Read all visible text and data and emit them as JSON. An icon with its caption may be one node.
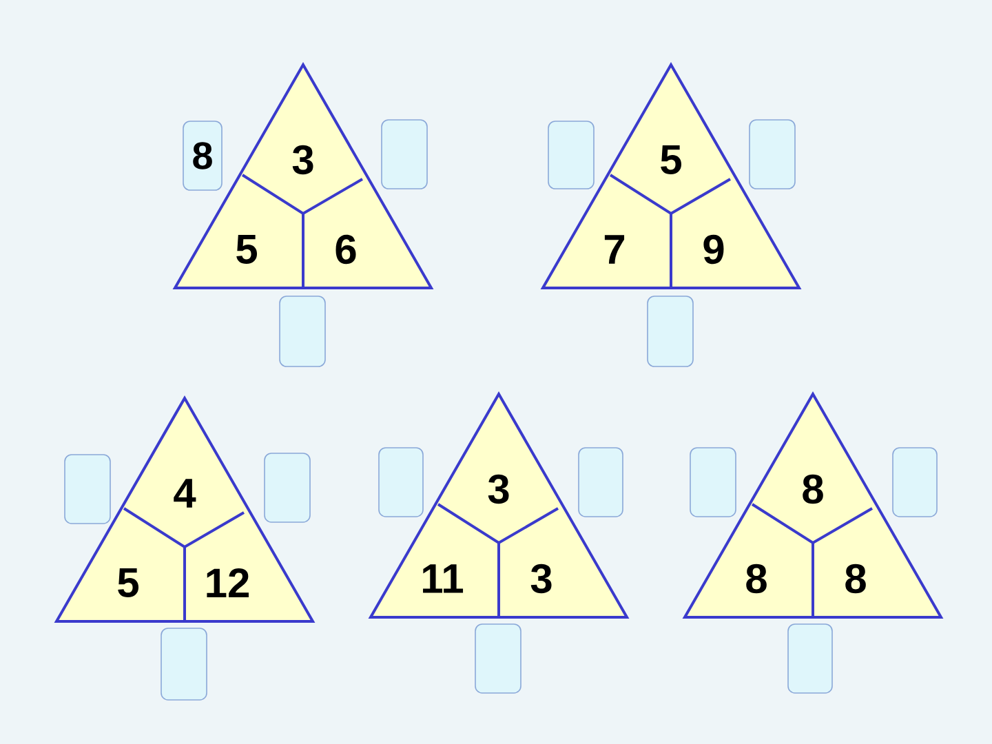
{
  "diagram": {
    "nodes": [
      {
        "text": [
          "3",
          "5",
          "6"
        ]
      },
      {
        "text": [
          "8"
        ]
      },
      {
        "text": [],
        "shape": "box"
      },
      {
        "text": [],
        "shape": "box"
      },
      {
        "text": [
          "5",
          "7",
          "9"
        ]
      },
      {
        "text": [],
        "shape": "box"
      },
      {
        "text": [],
        "shape": "box"
      },
      {
        "text": [],
        "shape": "box"
      },
      {
        "text": [
          "4",
          "5",
          "12"
        ]
      },
      {
        "text": [],
        "shape": "box"
      },
      {
        "text": [],
        "shape": "box"
      },
      {
        "text": [],
        "shape": "box"
      },
      {
        "text": [
          "3",
          "11",
          "3"
        ]
      },
      {
        "text": [],
        "shape": "box"
      },
      {
        "text": [],
        "shape": "box"
      },
      {
        "text": [],
        "shape": "box"
      },
      {
        "text": [
          "8",
          "8",
          "8"
        ]
      },
      {
        "text": [],
        "shape": "box"
      },
      {
        "text": [],
        "shape": "box"
      },
      {
        "text": [],
        "shape": "box"
      }
    ],
    "edges": []
  }
}
